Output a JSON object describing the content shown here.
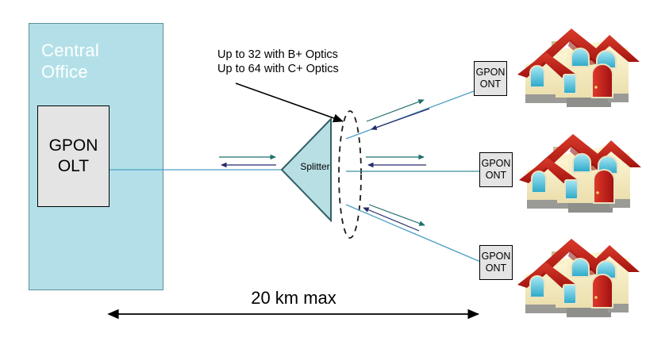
{
  "diagram": {
    "title_region": "GPON FTTH network topology diagram",
    "background_color": "#ffffff"
  },
  "central_office": {
    "label": "Central\nOffice",
    "fill_color": "#b3e0e8",
    "border_color": "#5a8f99",
    "text_color": "#ffffff"
  },
  "olt": {
    "label": "GPON\nOLT",
    "line1": "GPON",
    "line2": "OLT",
    "fill_color": "#e4e4e4",
    "border_color": "#000000"
  },
  "splitter": {
    "label": "Splitter",
    "fill_color": "#b8dfe4",
    "border_color": "#335f66"
  },
  "annotation": {
    "text": "Up to 32 with B+ Optics\nUp to 64 with C+ Optics",
    "line1": "Up to 32 with B+ Optics",
    "line2": "Up to 64 with C+ Optics",
    "pointer_color": "#000000"
  },
  "ont_units": [
    {
      "line1": "GPON",
      "line2": "ONT"
    },
    {
      "line1": "GPON",
      "line2": "ONT"
    },
    {
      "line1": "GPON",
      "line2": "ONT"
    }
  ],
  "distance": {
    "label": "20 km max",
    "arrow_color": "#000000"
  },
  "houses": [
    {
      "name": "subscriber-home-1"
    },
    {
      "name": "subscriber-home-2"
    },
    {
      "name": "subscriber-home-3"
    }
  ],
  "colors": {
    "downstream_arrow": "#1f6e6b",
    "upstream_arrow": "#262a6b",
    "fiber_line": "#4d9fc4",
    "fiber_line_teal": "#3f8f94",
    "ellipse_dash": "#1a1a1a",
    "house_roof": "#c0201c",
    "house_wall": "#f5ecc4",
    "house_window": "#57c8e0",
    "house_door": "#cc2222",
    "house_foundation": "#9a9a96"
  }
}
